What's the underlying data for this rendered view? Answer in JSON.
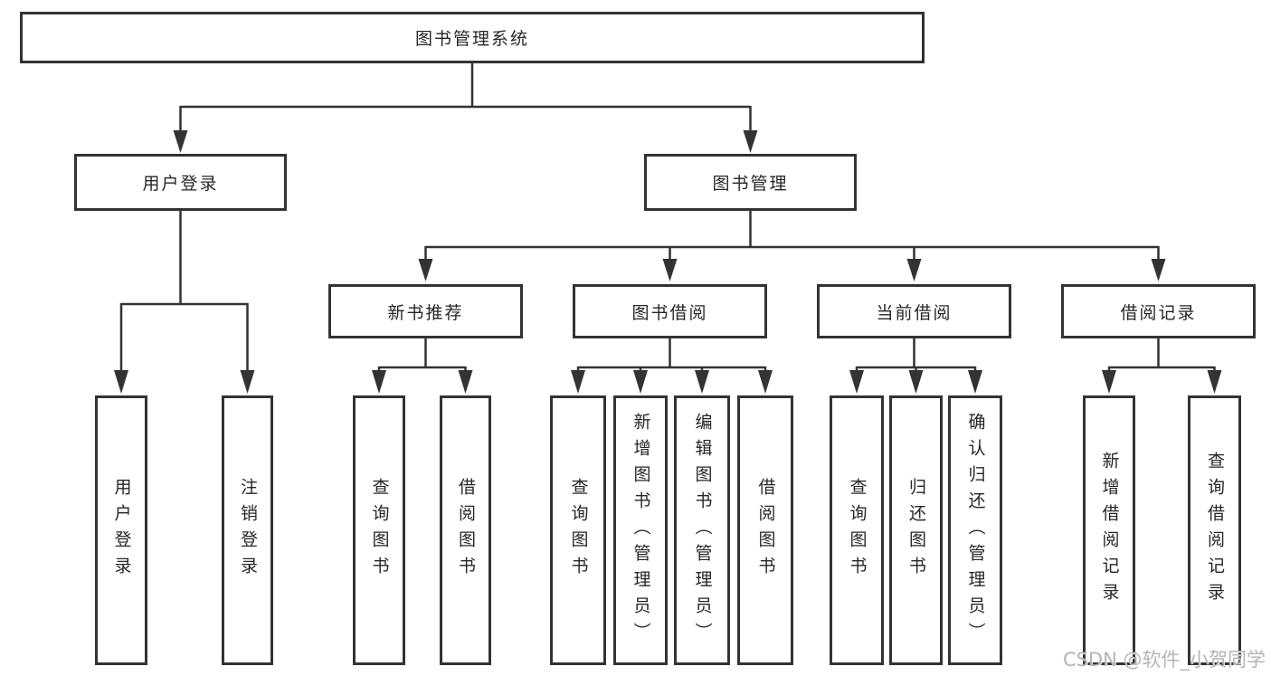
{
  "nodes": {
    "root": {
      "label": "图书管理系统"
    },
    "level2": [
      {
        "id": "user-login",
        "label": "用户登录"
      },
      {
        "id": "book-management",
        "label": "图书管理"
      }
    ],
    "level3": [
      {
        "id": "new-book-recommend",
        "label": "新书推荐"
      },
      {
        "id": "book-borrow",
        "label": "图书借阅"
      },
      {
        "id": "current-borrow",
        "label": "当前借阅"
      },
      {
        "id": "borrow-records",
        "label": "借阅记录"
      }
    ],
    "leaves": [
      {
        "id": "user-login-leaf",
        "label": "用户登录"
      },
      {
        "id": "logout",
        "label": "注销登录"
      },
      {
        "id": "query-books-recommend",
        "label": "查询图书"
      },
      {
        "id": "borrow-books-recommend",
        "label": "借阅图书"
      },
      {
        "id": "query-books-borrow",
        "label": "查询图书"
      },
      {
        "id": "add-books-admin",
        "label": "新增图书（管理员）"
      },
      {
        "id": "edit-books-admin",
        "label": "编辑图书（管理员）"
      },
      {
        "id": "borrow-books",
        "label": "借阅图书"
      },
      {
        "id": "query-books-current",
        "label": "查询图书"
      },
      {
        "id": "return-books",
        "label": "归还图书"
      },
      {
        "id": "confirm-return-admin",
        "label": "确认归还（管理员）"
      },
      {
        "id": "add-borrow-record",
        "label": "新增借阅记录"
      },
      {
        "id": "query-borrow-record",
        "label": "查询借阅记录"
      }
    ]
  },
  "watermark": {
    "text": "CSDN @软件_小贺同学"
  },
  "colors": {
    "line": "#333333",
    "border": "#333333",
    "text": "#262626",
    "background": "#ffffff",
    "watermark": "#b4b4b4"
  }
}
